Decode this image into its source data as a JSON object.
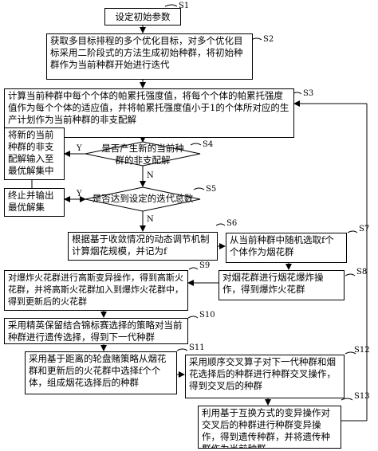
{
  "steps": {
    "s1": {
      "label": "S1",
      "text": "设定初始参数"
    },
    "s2": {
      "label": "S2",
      "text": "获取多目标排程的多个优化目标，对多个优化目标采用二阶段式的方法生成初始种群，将初始种群作为当前种群开始进行迭代"
    },
    "s3": {
      "label": "S3",
      "text": "计算当前种群中每个个体的帕累托强度值，将每个个体的帕累托强度值作为每个个体的适应值，并将帕累托强度值小于1的个体所对应的生产计划作为当前种群的非支配解"
    },
    "s4": {
      "label": "S4",
      "text": "是否产生新的当前种群的非支配解"
    },
    "s5": {
      "label": "S5",
      "text": "是否达到设定的迭代总数"
    },
    "s6": {
      "label": "S6",
      "text": "根据基于收敛情况的动态调节机制计算烟花规模，并记为f"
    },
    "s7": {
      "label": "S7",
      "text": "从当前种群中随机选取f个个体作为烟花群"
    },
    "s8": {
      "label": "S8",
      "text": "对烟花群进行烟花爆炸操作，得到爆炸火花群"
    },
    "s9": {
      "label": "S9",
      "text": "对爆炸火花群进行高斯变异操作，得到高斯火花群，并将高斯火花群加入到爆炸火花群中，得到更新后的火花群"
    },
    "s10": {
      "label": "S10",
      "text": "采用精英保留结合锦标赛选择的策略对当前种群进行遗传选择，得到下一代种群"
    },
    "s11": {
      "label": "S11",
      "text": "采用基于距离的轮盘赌策略从烟花群和更新后的火花群中选择f个个体，组成烟花选择后的种群"
    },
    "s12": {
      "label": "S12",
      "text": "采用顺序交叉算子对下一代种群和烟花选择后的种群进行种群交叉操作，得到交叉后的种群"
    },
    "s13": {
      "label": "S13",
      "text": "利用基于互换方式的变异操作对交叉后的种群进行种群变异操作，得到遗传种群，并将遗传种群作为当前种群"
    }
  },
  "side": {
    "best_set": "将新的当前种群的非支配解输入至最优解集中",
    "terminate": "终止并输出最优解集"
  },
  "branch": {
    "yes": "Y",
    "no": "N"
  }
}
